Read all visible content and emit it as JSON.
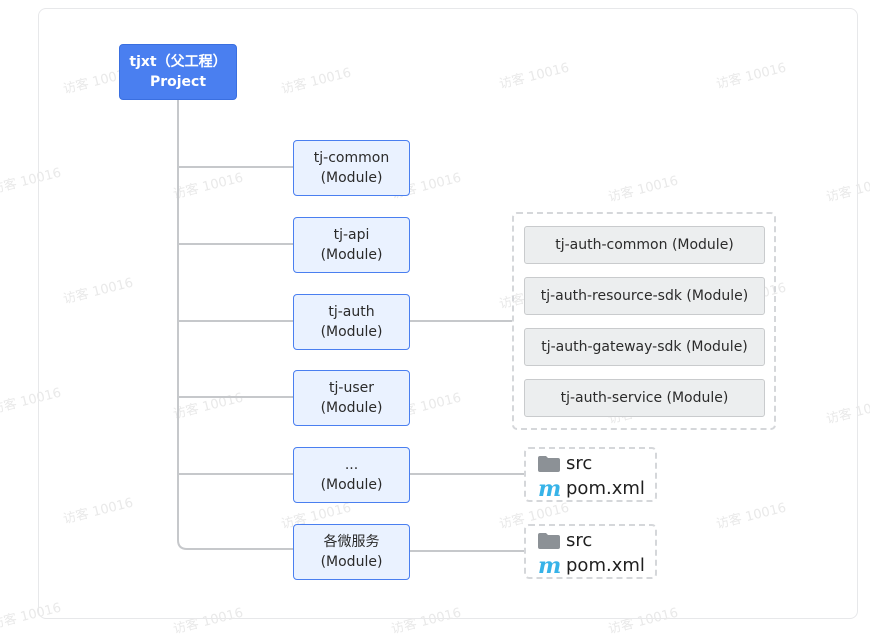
{
  "root": {
    "line1": "tjxt（父工程）",
    "line2": "Project"
  },
  "modules": [
    {
      "name": "tj-common",
      "type": "(Module)"
    },
    {
      "name": "tj-api",
      "type": "(Module)"
    },
    {
      "name": "tj-auth",
      "type": "(Module)"
    },
    {
      "name": "tj-user",
      "type": "(Module)"
    },
    {
      "name": "...",
      "type": "(Module)"
    },
    {
      "name": "各微服务",
      "type": "(Module)"
    }
  ],
  "auth_submodules": [
    "tj-auth-common (Module)",
    "tj-auth-resource-sdk (Module)",
    "tj-auth-gateway-sdk (Module)",
    "tj-auth-service (Module)"
  ],
  "file_cards": [
    {
      "folder": "src",
      "pom": "pom.xml",
      "folder_icon": "folder-icon",
      "pom_icon": "maven-m-icon"
    },
    {
      "folder": "src",
      "pom": "pom.xml",
      "folder_icon": "folder-icon",
      "pom_icon": "maven-m-icon"
    }
  ],
  "watermark": "访客 10016",
  "colors": {
    "root_fill": "#4a7ff0",
    "module_fill": "#eaf2ff",
    "module_border": "#4a7ff0",
    "sub_fill": "#eceeef",
    "connector": "#c6c8cb",
    "maven_icon": "#37b3e8"
  }
}
